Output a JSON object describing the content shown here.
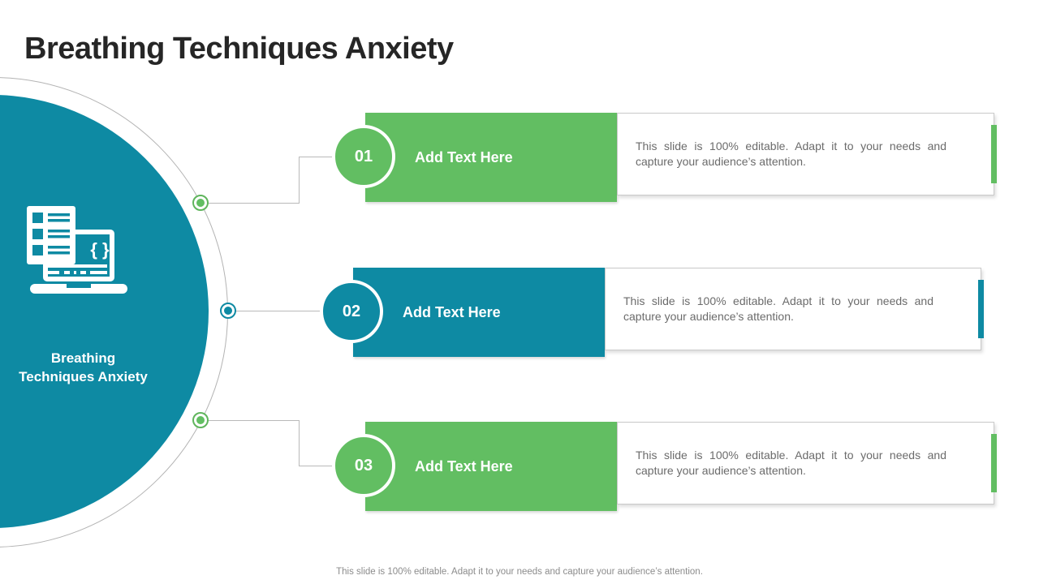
{
  "title": "Breathing Techniques Anxiety",
  "hub": {
    "label_line1": "Breathing",
    "label_line2": "Techniques Anxiety",
    "icon": "laptop-code-checklist-icon"
  },
  "colors": {
    "teal": "#0E8AA3",
    "green": "#62BE62",
    "connector_gray": "#b9b9b9",
    "body_text_gray": "#6b6b6b",
    "title_dark": "#262626"
  },
  "items": [
    {
      "number": "01",
      "label": "Add Text Here",
      "accent": "green",
      "description": "This slide is 100% editable. Adapt it to your needs and capture your audience’s attention."
    },
    {
      "number": "02",
      "label": "Add Text Here",
      "accent": "teal",
      "description": "This slide is 100% editable. Adapt it to your needs and capture your audience’s attention."
    },
    {
      "number": "03",
      "label": "Add Text Here",
      "accent": "green",
      "description": "This slide is 100% editable. Adapt it to your needs and capture your audience’s attention."
    }
  ],
  "footer": "This slide is 100% editable. Adapt it to your needs and capture your audience’s attention."
}
